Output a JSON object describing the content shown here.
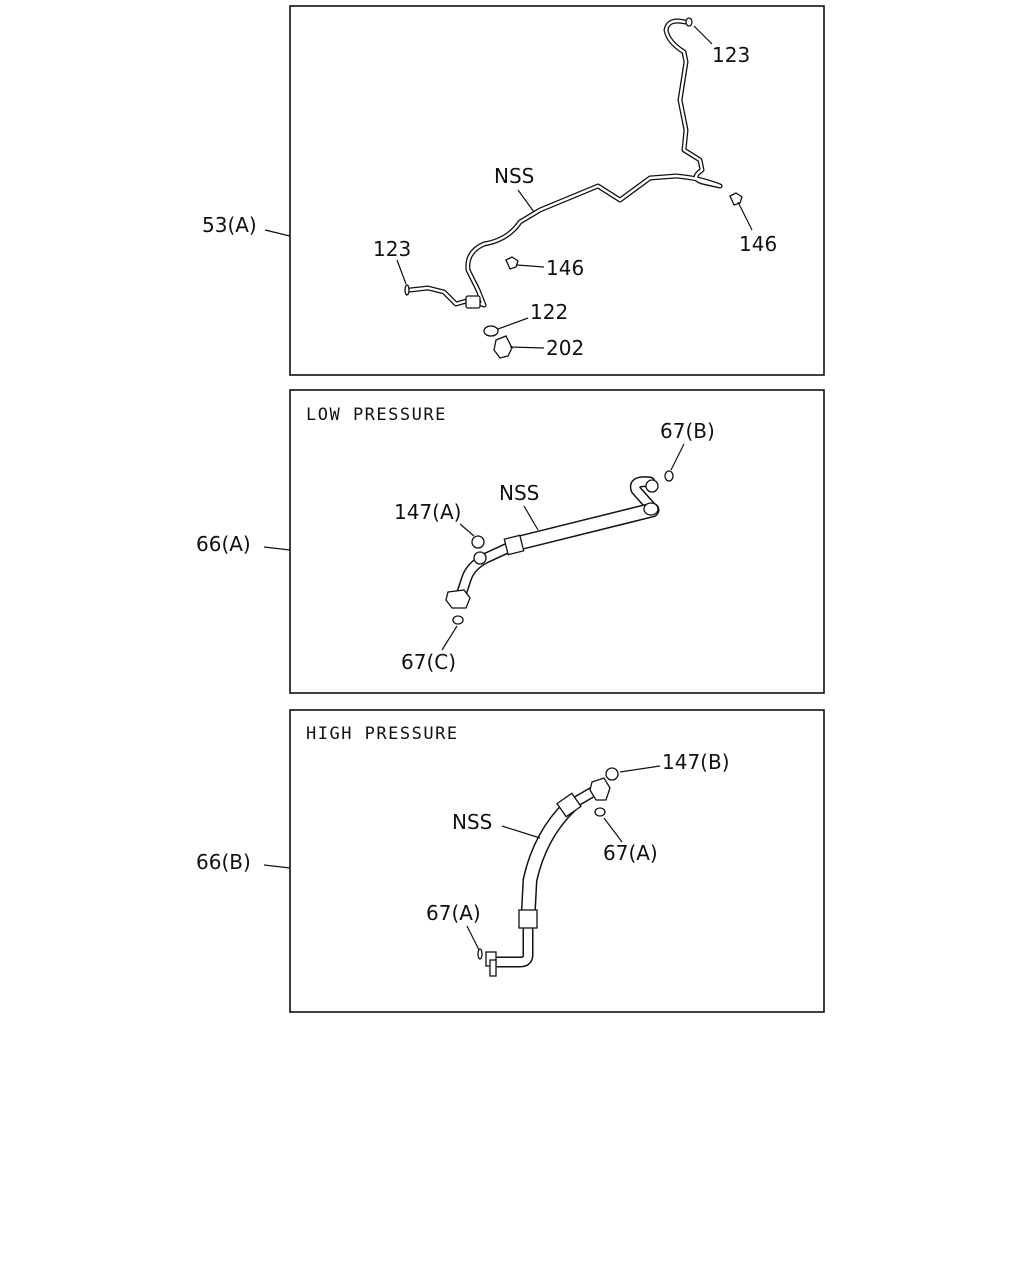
{
  "panels": [
    {
      "ref": "53(A)",
      "header": "",
      "callouts": [
        "123",
        "123",
        "NSS",
        "146",
        "146",
        "122",
        "202"
      ]
    },
    {
      "ref": "66(A)",
      "header": "LOW PRESSURE",
      "callouts": [
        "67(B)",
        "NSS",
        "147(A)",
        "67(C)"
      ]
    },
    {
      "ref": "66(B)",
      "header": "HIGH PRESSURE",
      "callouts": [
        "147(B)",
        "NSS",
        "67(A)",
        "67(A)"
      ]
    }
  ]
}
